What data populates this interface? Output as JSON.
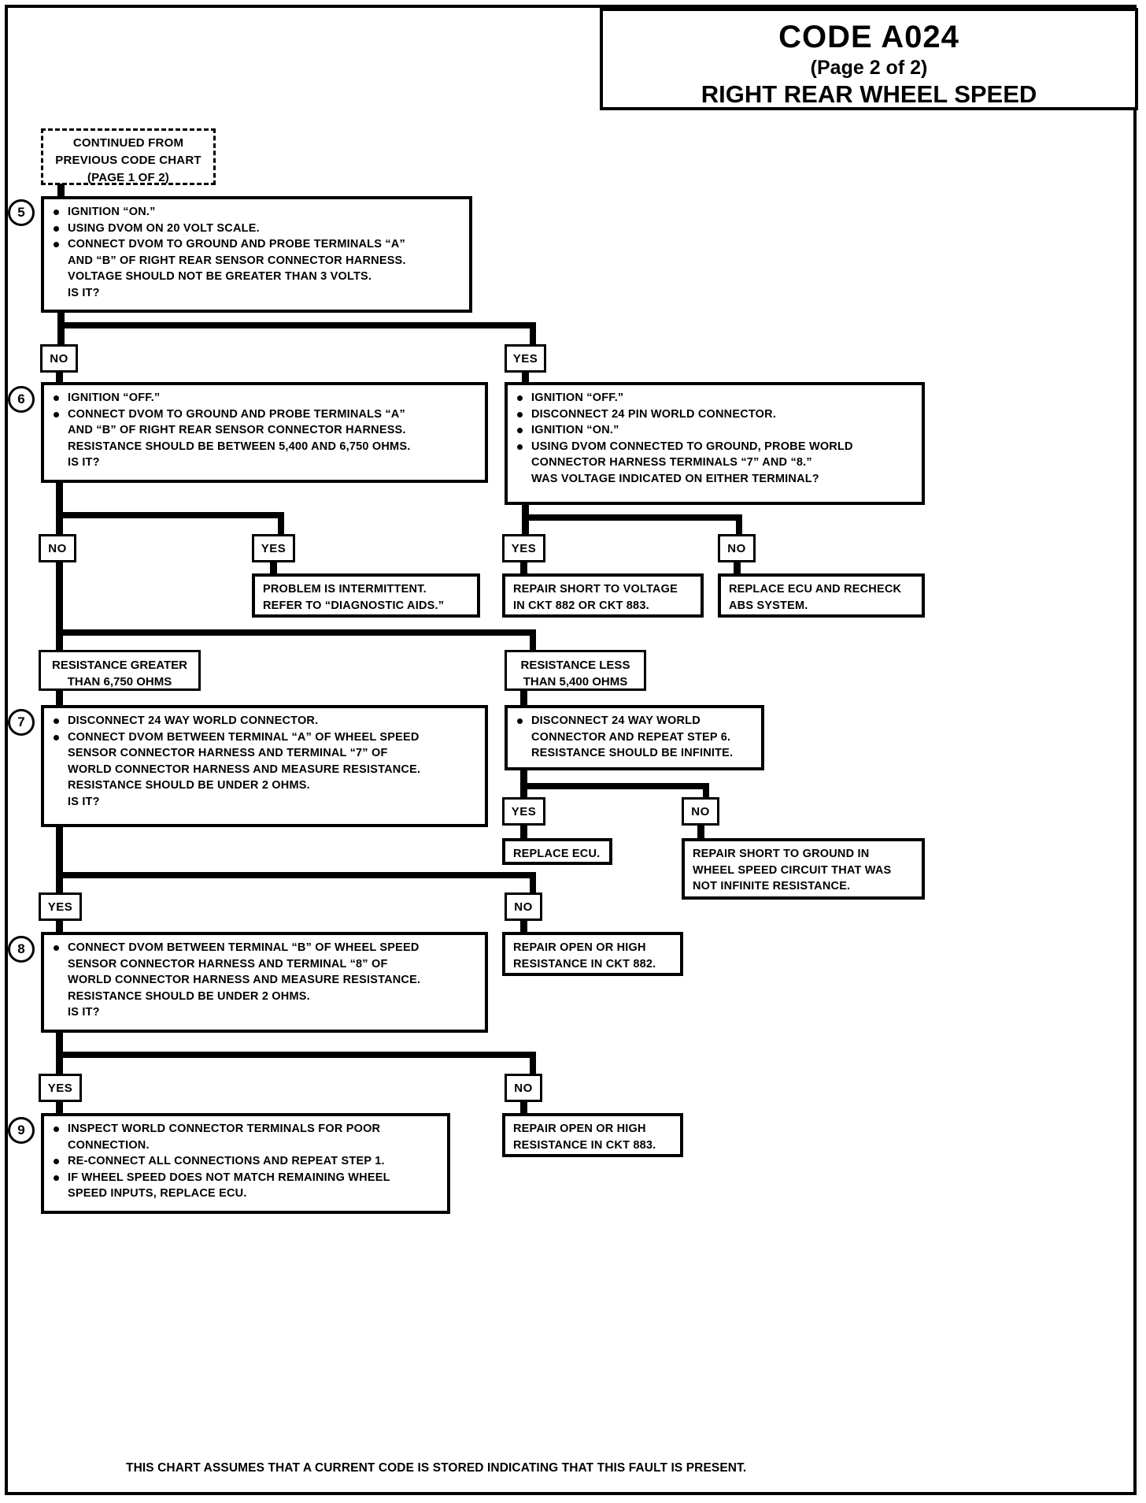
{
  "header": {
    "code": "CODE A024",
    "page_of": "(Page 2 of 2)",
    "title": "RIGHT REAR WHEEL SPEED"
  },
  "continued": {
    "line1": "CONTINUED FROM",
    "line2": "PREVIOUS CODE CHART",
    "line3": "(PAGE 1 OF 2)"
  },
  "steps": {
    "s5": {
      "num": "5",
      "items": [
        "IGNITION “ON.”",
        "USING DVOM ON 20 VOLT SCALE.",
        "CONNECT DVOM TO GROUND AND PROBE TERMINALS “A”",
        "AND “B” OF RIGHT REAR SENSOR CONNECTOR HARNESS.",
        "VOLTAGE SHOULD NOT BE GREATER THAN 3 VOLTS.",
        "IS IT?"
      ]
    },
    "s6": {
      "num": "6",
      "items": [
        "IGNITION “OFF.”",
        "CONNECT DVOM TO GROUND AND PROBE TERMINALS “A”",
        "AND “B” OF RIGHT REAR SENSOR CONNECTOR HARNESS.",
        "RESISTANCE SHOULD BE BETWEEN 5,400 AND 6,750 OHMS.",
        "IS IT?"
      ]
    },
    "s5yes": {
      "items": [
        "IGNITION “OFF.”",
        "DISCONNECT 24 PIN WORLD CONNECTOR.",
        "IGNITION “ON.”",
        "USING DVOM CONNECTED TO GROUND, PROBE WORLD",
        "CONNECTOR HARNESS TERMINALS “7” AND “8.”",
        "WAS VOLTAGE INDICATED ON EITHER TERMINAL?"
      ]
    },
    "s7": {
      "num": "7",
      "items": [
        "DISCONNECT 24 WAY WORLD CONNECTOR.",
        "CONNECT DVOM BETWEEN TERMINAL “A” OF WHEEL SPEED",
        "SENSOR CONNECTOR HARNESS AND TERMINAL “7” OF",
        "WORLD CONNECTOR HARNESS AND MEASURE RESISTANCE.",
        "RESISTANCE SHOULD BE UNDER 2 OHMS.",
        "IS IT?"
      ]
    },
    "s7right": {
      "items": [
        "DISCONNECT 24 WAY WORLD",
        "CONNECTOR AND REPEAT STEP 6.",
        "RESISTANCE SHOULD BE INFINITE."
      ]
    },
    "s8": {
      "num": "8",
      "items": [
        "CONNECT DVOM BETWEEN TERMINAL “B” OF WHEEL SPEED",
        "SENSOR CONNECTOR HARNESS AND TERMINAL “8” OF",
        "WORLD CONNECTOR HARNESS AND MEASURE RESISTANCE.",
        "RESISTANCE SHOULD BE UNDER 2 OHMS.",
        "IS IT?"
      ]
    },
    "s9": {
      "num": "9",
      "items": [
        "INSPECT WORLD CONNECTOR TERMINALS FOR POOR",
        "CONNECTION.",
        "RE-CONNECT ALL CONNECTIONS AND REPEAT STEP 1.",
        "IF WHEEL SPEED DOES NOT MATCH REMAINING WHEEL",
        "SPEED INPUTS, REPLACE ECU."
      ]
    }
  },
  "results": {
    "intermittent": {
      "line1": "PROBLEM IS INTERMITTENT.",
      "line2": "REFER TO “DIAGNOSTIC AIDS.”"
    },
    "repair_short_voltage": {
      "line1": "REPAIR SHORT TO VOLTAGE",
      "line2": "IN CKT 882 OR CKT 883."
    },
    "replace_ecu_recheck": {
      "line1": "REPLACE ECU AND RECHECK",
      "line2": "ABS SYSTEM."
    },
    "replace_ecu": {
      "line1": "REPLACE ECU."
    },
    "repair_short_ground": {
      "line1": "REPAIR SHORT TO GROUND IN",
      "line2": "WHEEL SPEED CIRCUIT THAT WAS",
      "line3": "NOT INFINITE RESISTANCE."
    },
    "repair_open_882": {
      "line1": "REPAIR OPEN OR HIGH",
      "line2": "RESISTANCE IN CKT 882."
    },
    "repair_open_883": {
      "line1": "REPAIR OPEN OR HIGH",
      "line2": "RESISTANCE IN CKT 883."
    }
  },
  "branch_labels": {
    "res_greater": {
      "line1": "RESISTANCE GREATER",
      "line2": "THAN 6,750 OHMS"
    },
    "res_less": {
      "line1": "RESISTANCE LESS",
      "line2": "THAN 5,400 OHMS"
    }
  },
  "decisions": {
    "no": "NO",
    "yes": "YES"
  },
  "footer": {
    "text": "THIS CHART ASSUMES THAT A CURRENT CODE IS STORED INDICATING THAT THIS FAULT IS PRESENT."
  },
  "colors": {
    "ink": "#000000",
    "paper": "#ffffff"
  }
}
